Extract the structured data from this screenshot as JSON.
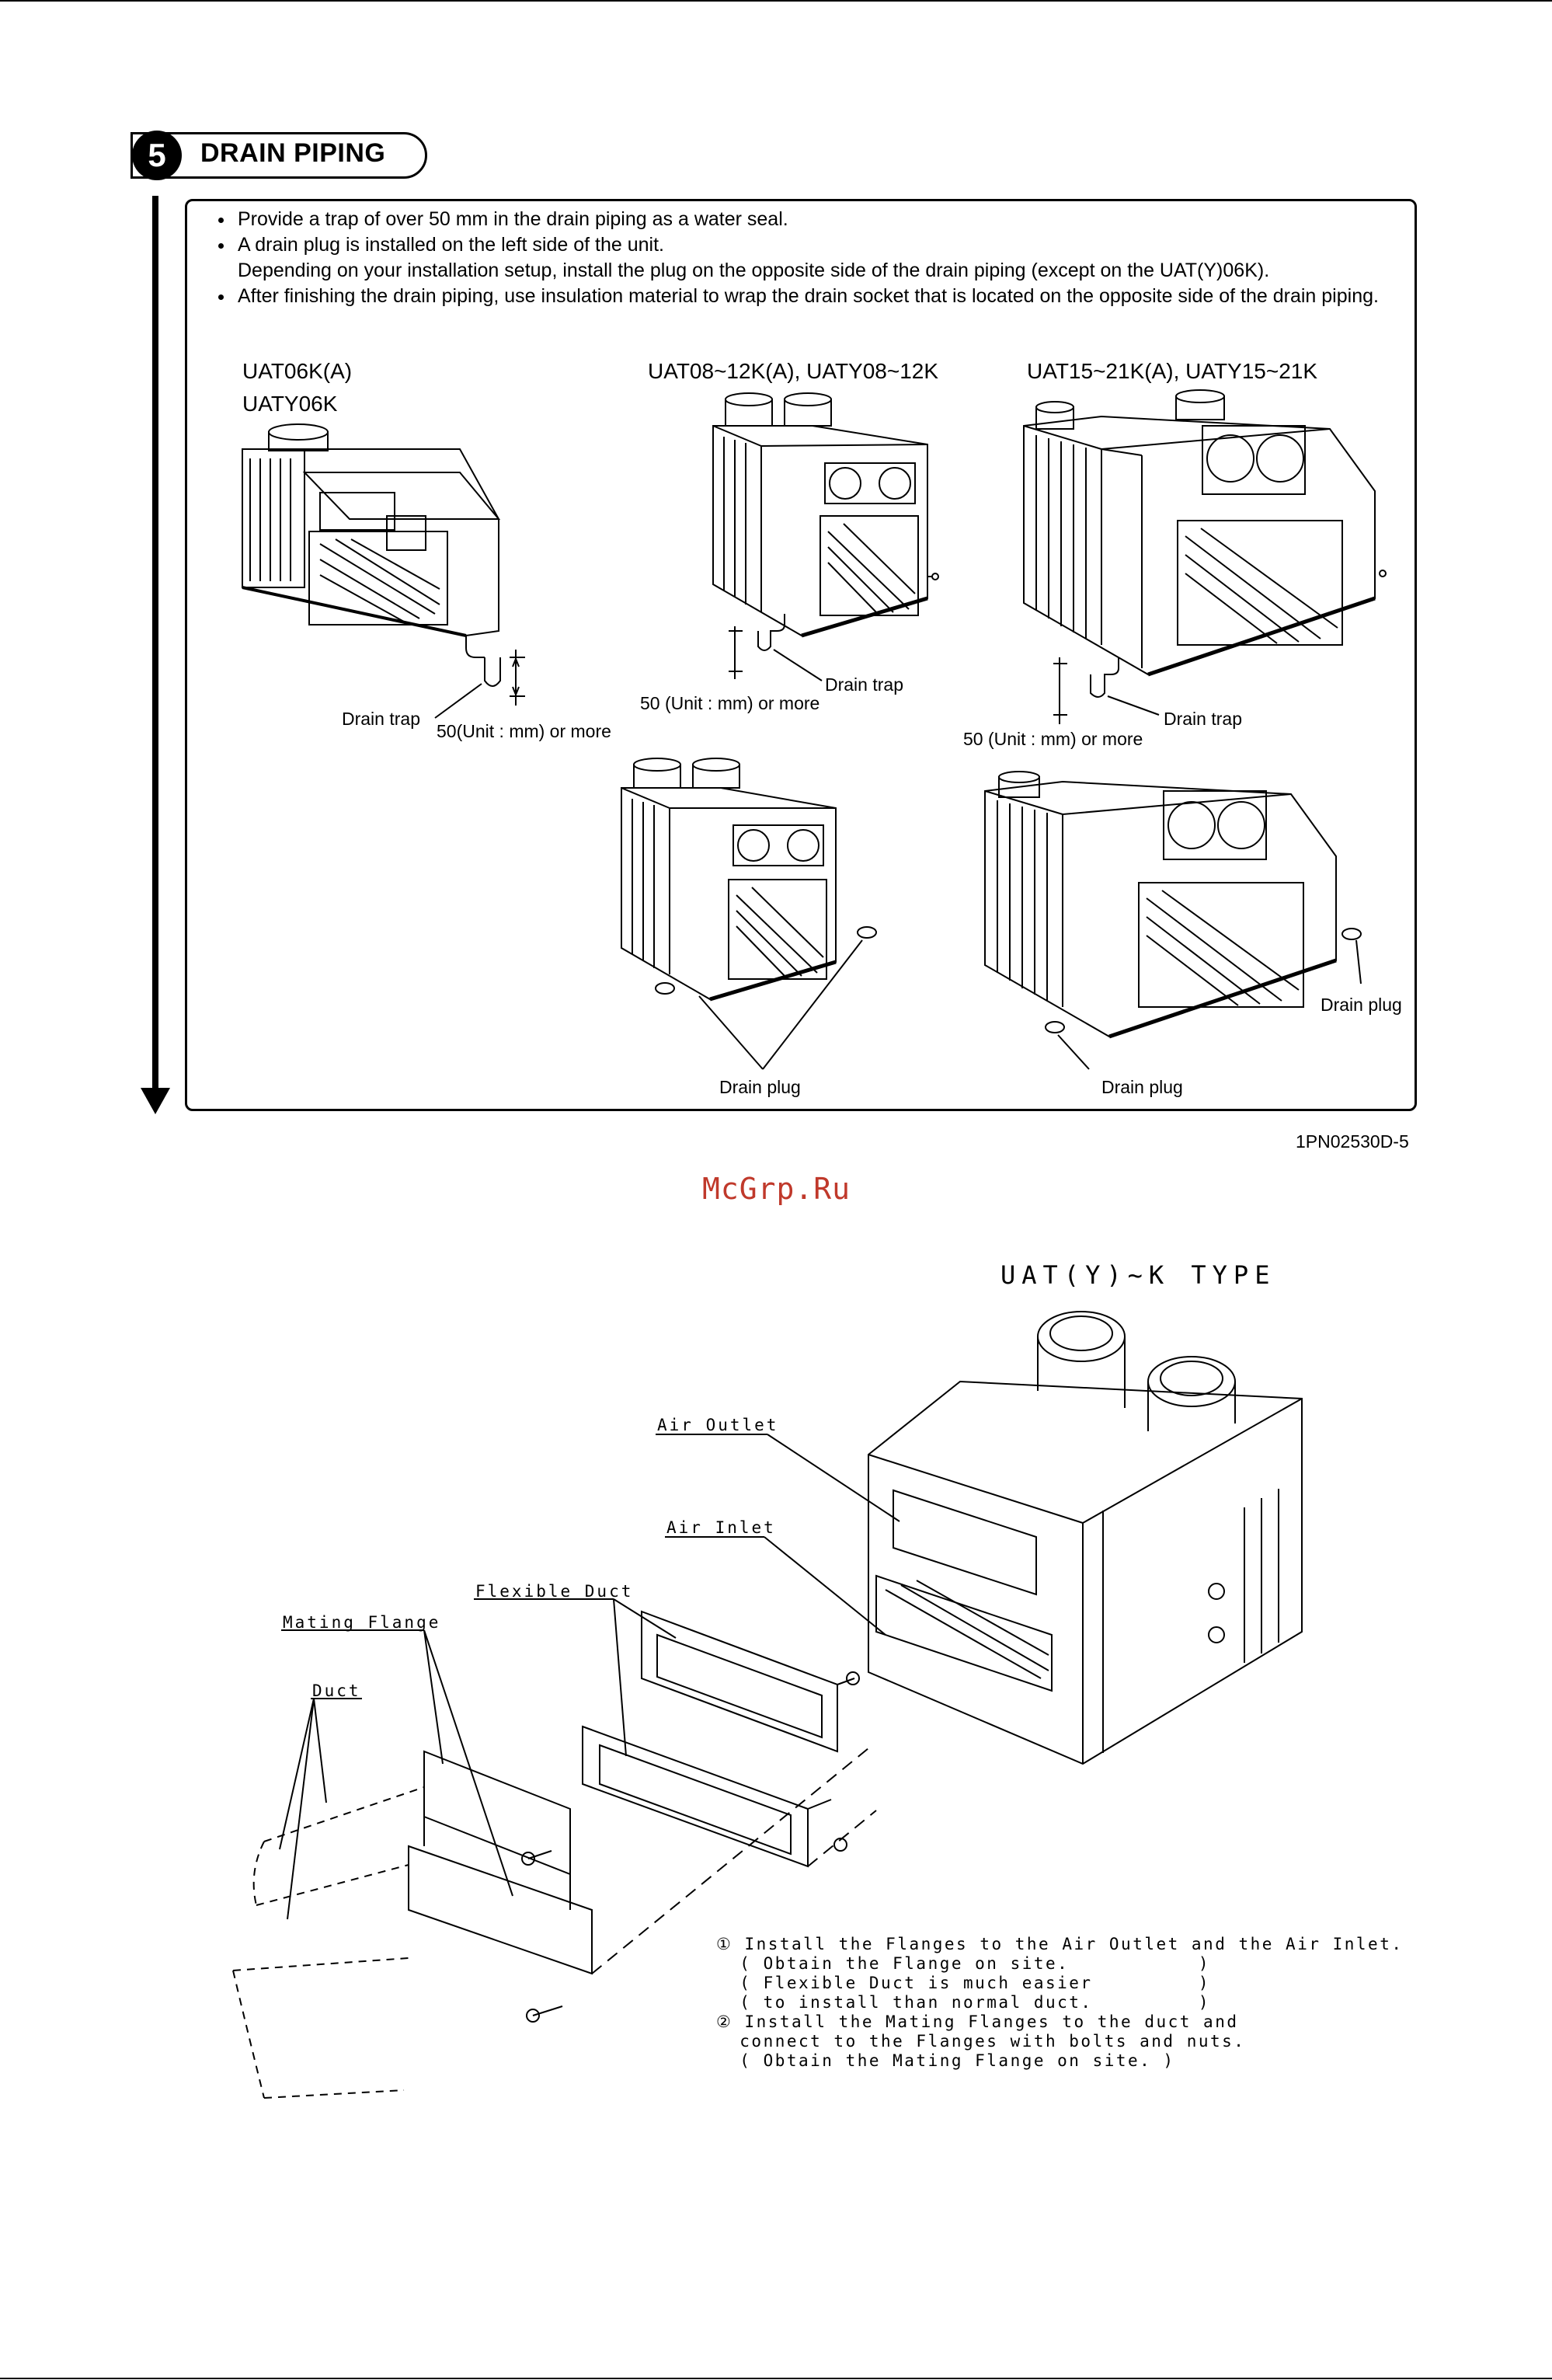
{
  "section": {
    "number": "5",
    "title": "DRAIN PIPING"
  },
  "bullets": [
    "Provide a trap of over 50 mm in the drain piping as a water seal.",
    "A drain plug is installed on the left side of the unit.",
    "After finishing the drain piping, use insulation material to wrap the drain socket that is located on the opposite side of the drain piping."
  ],
  "bullet_2_continuation": "Depending on your installation setup, install the plug on the opposite side of the drain piping (except on the UAT(Y)06K).",
  "models": {
    "m1_line1": "UAT06K(A)",
    "m1_line2": "UATY06K",
    "m2": "UAT08~12K(A), UATY08~12K",
    "m3": "UAT15~21K(A), UATY15~21K"
  },
  "callouts": {
    "drain_trap": "Drain trap",
    "dim_small_unit": "50(Unit : mm) or more",
    "dim_standard": "50 (Unit : mm) or more",
    "drain_plug": "Drain plug"
  },
  "doc_code": "1PN02530D-5",
  "watermark": "McGrp.Ru",
  "duct_figure": {
    "title": "UAT(Y)~K TYPE",
    "labels": {
      "air_outlet": "Air Outlet",
      "air_inlet": "Air Inlet",
      "flexible_duct": "Flexible Duct",
      "mating_flange": "Mating Flange",
      "duct": "Duct"
    },
    "notes": [
      "① Install the Flanges to the Air Outlet and the Air Inlet.",
      "  ( Obtain the Flange on site.           )",
      "  ( Flexible Duct is much easier         )",
      "  ( to install than normal duct.         )",
      "② Install the Mating Flanges to the duct and",
      "  connect to the Flanges with bolts and nuts.",
      "  ( Obtain the Mating Flange on site. )"
    ]
  }
}
